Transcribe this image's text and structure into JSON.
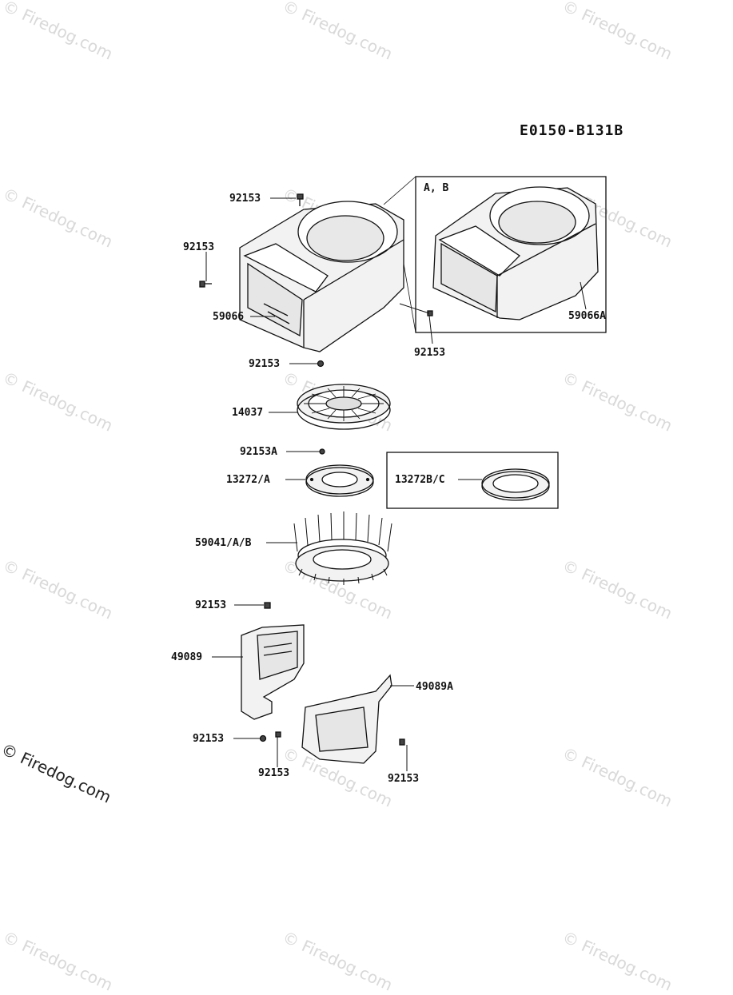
{
  "diagram_code": "E0150-B131B",
  "watermark": "© Firedog.com",
  "inset_ab": {
    "label": "A, B",
    "part": "59066A"
  },
  "inset_c": {
    "part": "13272B/C"
  },
  "parts": {
    "bolt_top": "92153",
    "bolt_left": "92153",
    "shroud": "59066",
    "bolt_right": "92153",
    "bolt_bottom": "92153",
    "screen": "14037",
    "bolt_plate": "92153A",
    "plate": "13272/A",
    "fan": "59041/A/B",
    "bolt_cover_top": "92153",
    "cover_left": "49089",
    "cover_right": "49089A",
    "bolt_cover_left": "92153",
    "bolt_cover_mid": "92153",
    "bolt_cover_right": "92153"
  }
}
